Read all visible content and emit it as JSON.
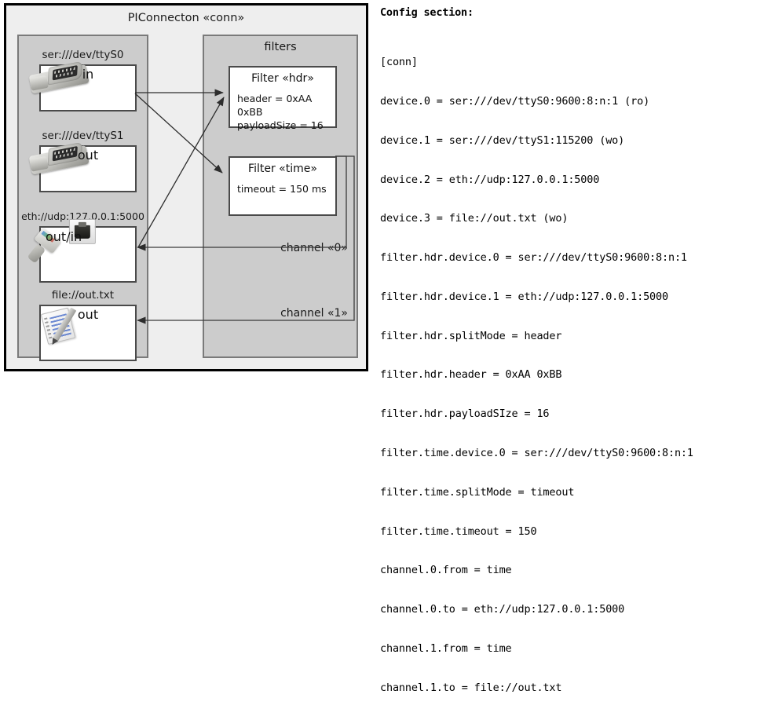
{
  "diagram": {
    "title": "PIConnecton «conn»",
    "devices_panel": {
      "title": "",
      "items": [
        {
          "label": "ser:///dev/ttyS0",
          "io": "in",
          "icon": "serial-db9-icon"
        },
        {
          "label": "ser:///dev/ttyS1",
          "io": "out",
          "icon": "serial-db9-icon"
        },
        {
          "label": "eth://udp:127.0.0.1:5000",
          "io": "out/in",
          "icon": "ethernet-rj45-icon"
        },
        {
          "label": "file://out.txt",
          "io": "out",
          "icon": "notepad-pencil-icon"
        }
      ]
    },
    "filters_panel": {
      "title": "filters",
      "filters": [
        {
          "title": "Filter «hdr»",
          "props": [
            "header = 0xAA 0xBB",
            "payloadSize = 16"
          ]
        },
        {
          "title": "Filter «time»",
          "props": [
            "timeout = 150 ms"
          ]
        }
      ],
      "channels": [
        {
          "label": "channel «0»"
        },
        {
          "label": "channel «1»"
        }
      ]
    }
  },
  "config": {
    "heading": "Config section:",
    "lines": [
      "[conn]",
      "device.0 = ser:///dev/ttyS0:9600:8:n:1 (ro)",
      "device.1 = ser:///dev/ttyS1:115200 (wo)",
      "device.2 = eth://udp:127.0.0.1:5000",
      "device.3 = file://out.txt (wo)",
      "filter.hdr.device.0 = ser:///dev/ttyS0:9600:8:n:1",
      "filter.hdr.device.1 = eth://udp:127.0.0.1:5000",
      "filter.hdr.splitMode = header",
      "filter.hdr.header = 0xAA 0xBB",
      "filter.hdr.payloadSIze = 16",
      "filter.time.device.0 = ser:///dev/ttyS0:9600:8:n:1",
      "filter.time.splitMode = timeout",
      "filter.time.timeout = 150",
      "channel.0.from = time",
      "channel.0.to = eth://udp:127.0.0.1:5000",
      "channel.1.from = time",
      "channel.1.to = file://out.txt"
    ]
  },
  "colors": {
    "outer_border": "#000000",
    "outer_fill": "#eeeeee",
    "panel_fill": "#cccccc",
    "panel_border": "#7a7a7a",
    "box_fill": "#ffffff",
    "box_border": "#4a4a4a",
    "connector": "#3a3a3a"
  }
}
